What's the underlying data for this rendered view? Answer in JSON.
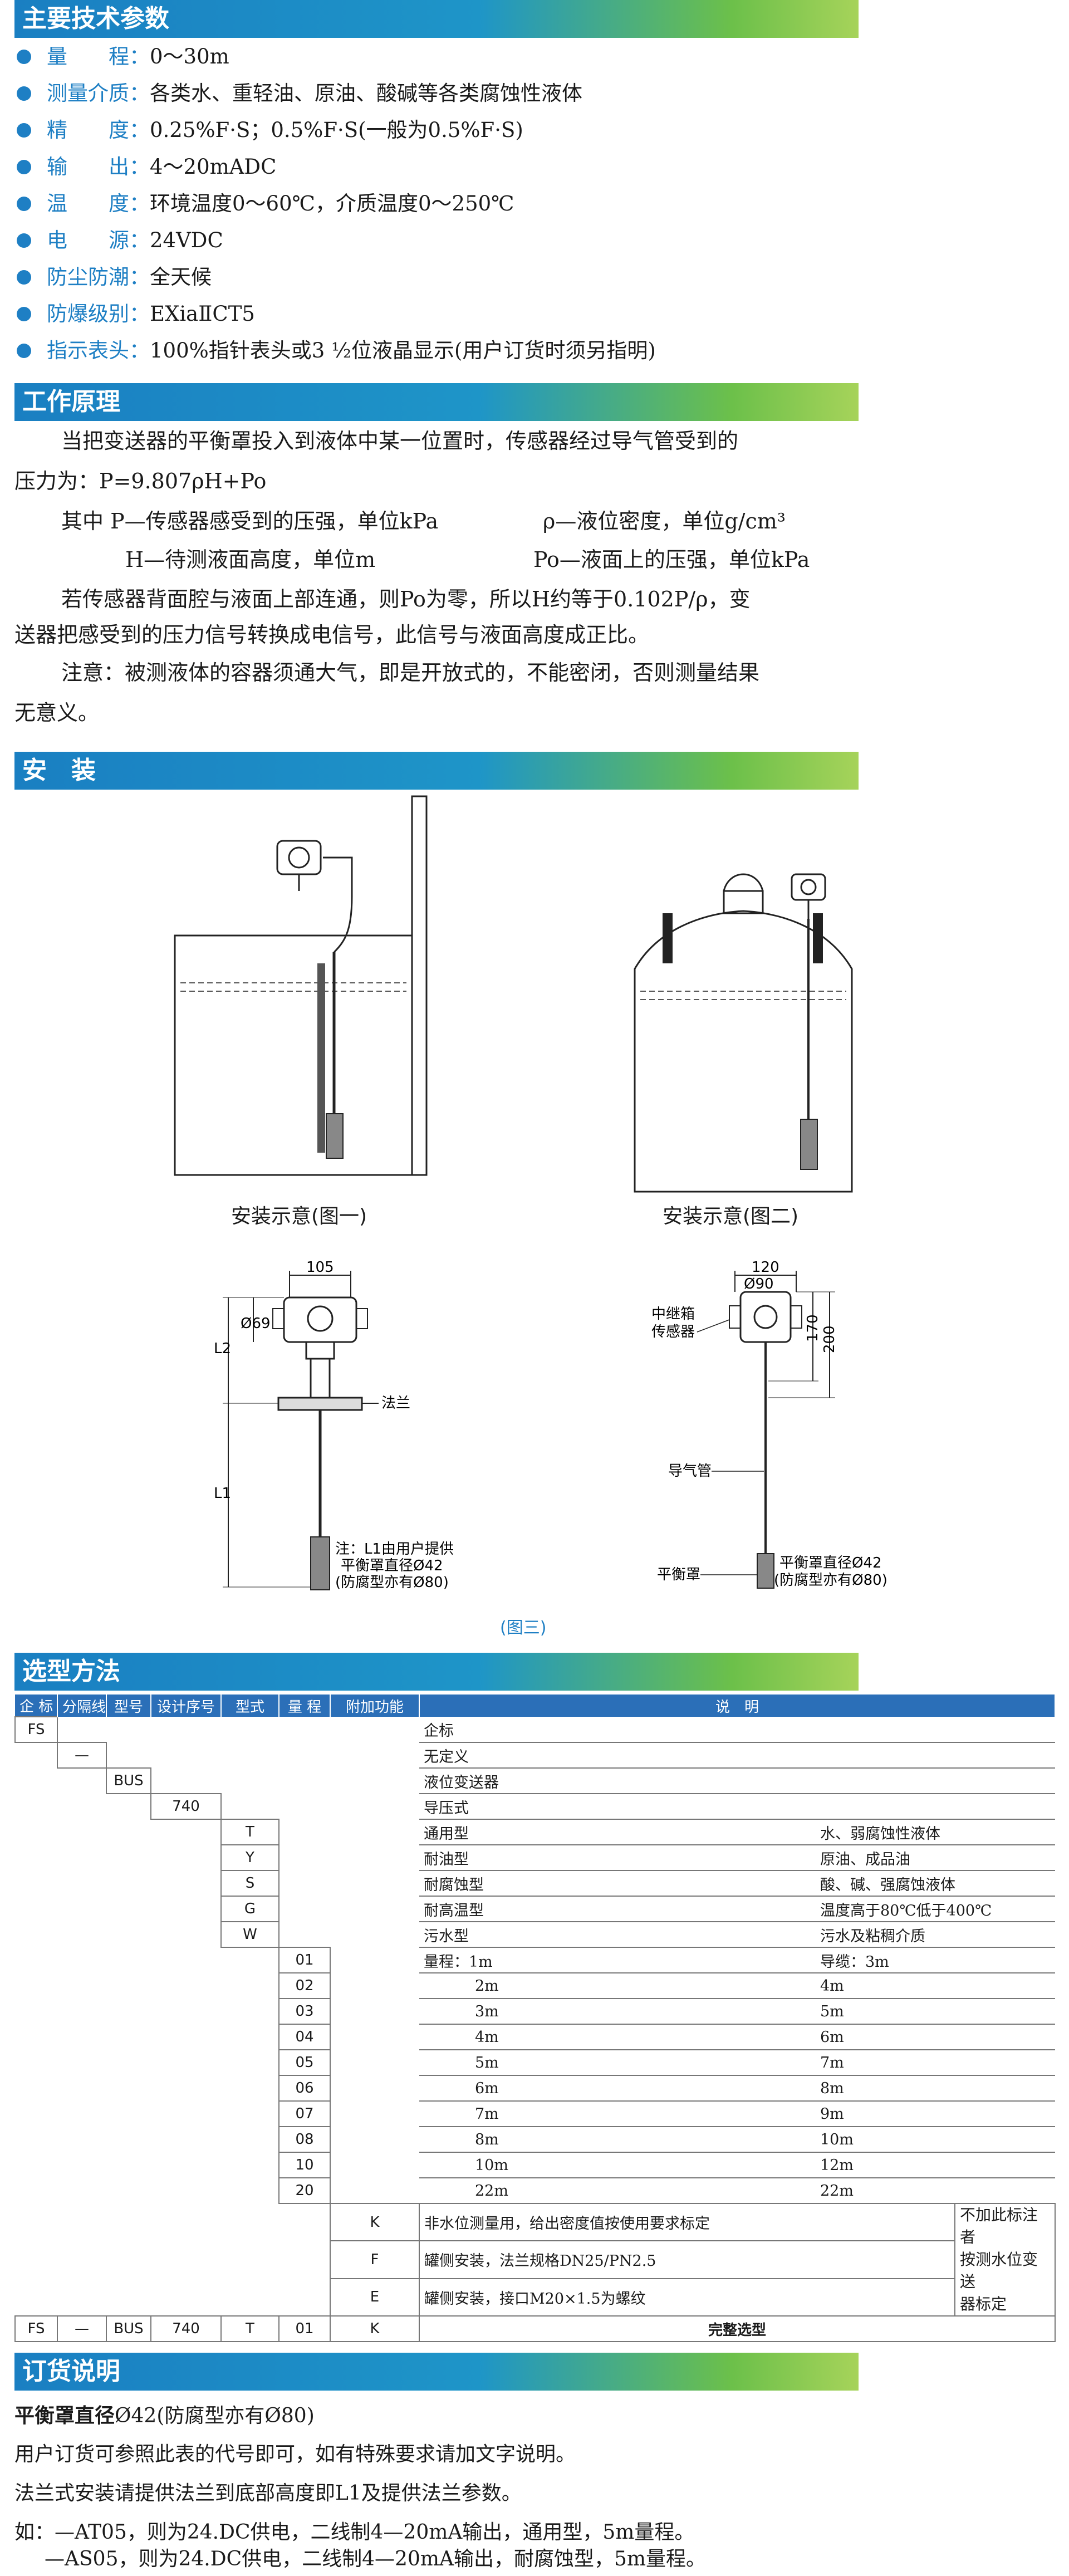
{
  "sections": {
    "specs": "主要技术参数",
    "principle": "工作原理",
    "install": "安　装",
    "selection": "选型方法",
    "order": "订货说明"
  },
  "specs": [
    {
      "key": "量　　程：",
      "value": "0～30m"
    },
    {
      "key": "测量介质：",
      "value": "各类水、重轻油、原油、酸碱等各类腐蚀性液体"
    },
    {
      "key": "精　　度：",
      "value": "0.25%F·S；0.5%F·S(一般为0.5%F·S)"
    },
    {
      "key": "输　　出：",
      "value": "4～20mADC"
    },
    {
      "key": "温　　度：",
      "value": "环境温度0～60℃，介质温度0～250℃"
    },
    {
      "key": "电　　源：",
      "value": "24VDC"
    },
    {
      "key": "防尘防潮：",
      "value": "全天候"
    },
    {
      "key": "防爆级别：",
      "value": "EXiaⅡCT5"
    },
    {
      "key": "指示表头：",
      "value": "100%指针表头或3 ½位液晶显示(用户订货时须另指明)"
    }
  ],
  "principle": {
    "p1": "当把变送器的平衡罩投入到液体中某一位置时，传感器经过导气管受到的",
    "p2": "压力为：P=9.807ρH+Po",
    "p3a": "其中  P—传感器感受到的压强，单位kPa",
    "p3b": "ρ—液位密度，单位g/cm³",
    "p4a": "H—待测液面高度，单位m",
    "p4b": "Po—液面上的压强，单位kPa",
    "p5": "若传感器背面腔与液面上部连通，则Po为零，所以H约等于0.102P/ρ，变",
    "p6": "送器把感受到的压力信号转换成电信号，此信号与液面高度成正比。",
    "p7": "注意：被测液体的容器须通大气，即是开放式的，不能密闭，否则测量结果",
    "p8": "无意义。"
  },
  "install": {
    "cap1": "安装示意(图一)",
    "cap2": "安装示意(图二)",
    "cap3": "(图三)",
    "d1": {
      "w": "105",
      "phi": "Ø69",
      "l2": "L2",
      "l1": "L1",
      "flange": "法兰",
      "n1": "注：L1由用户提供",
      "n2": "平衡罩直径Ø42",
      "n3": "(防腐型亦有Ø80)"
    },
    "d2": {
      "w": "120",
      "phi": "Ø90",
      "h1": "170",
      "h2": "200",
      "box": "中继箱",
      "sensor": "传感器",
      "tube": "导气管",
      "cover": "平衡罩",
      "n1": "平衡罩直径Ø42",
      "n2": "(防腐型亦有Ø80)"
    }
  },
  "selection": {
    "headers": [
      "企 标",
      "分隔线",
      "型号",
      "设计序号",
      "型式",
      "量 程",
      "附加功能",
      "说　明"
    ],
    "codes": {
      "fs": "FS",
      "sep": "—",
      "bus": "BUS",
      "des": "740"
    },
    "codeDesc": {
      "fs": "企标",
      "sep": "无定义",
      "bus": "液位变送器",
      "des": "导压式"
    },
    "types": [
      {
        "code": "T",
        "name": "通用型",
        "desc": "水、弱腐蚀性液体"
      },
      {
        "code": "Y",
        "name": "耐油型",
        "desc": "原油、成品油"
      },
      {
        "code": "S",
        "name": "耐腐蚀型",
        "desc": "酸、碱、强腐蚀液体"
      },
      {
        "code": "G",
        "name": "耐高温型",
        "desc": "温度高于80℃低于400℃"
      },
      {
        "code": "W",
        "name": "污水型",
        "desc": "污水及粘稠介质"
      }
    ],
    "ranges": [
      {
        "code": "01",
        "range": "量程：1m",
        "cable": "导缆：3m"
      },
      {
        "code": "02",
        "range": "2m",
        "cable": "4m"
      },
      {
        "code": "03",
        "range": "3m",
        "cable": "5m"
      },
      {
        "code": "04",
        "range": "4m",
        "cable": "6m"
      },
      {
        "code": "05",
        "range": "5m",
        "cable": "7m"
      },
      {
        "code": "06",
        "range": "6m",
        "cable": "8m"
      },
      {
        "code": "07",
        "range": "7m",
        "cable": "9m"
      },
      {
        "code": "08",
        "range": "8m",
        "cable": "10m"
      },
      {
        "code": "10",
        "range": "10m",
        "cable": "12m"
      },
      {
        "code": "20",
        "range": "22m",
        "cable": "22m"
      }
    ],
    "extras": [
      {
        "code": "K",
        "desc": "非水位测量用，给出密度值按使用要求标定"
      },
      {
        "code": "F",
        "desc": "罐侧安装，法兰规格DN25/PN2.5"
      },
      {
        "code": "E",
        "desc": "罐侧安装，接口M20×1.5为螺纹"
      }
    ],
    "extraNote": [
      "不加此标注者",
      "按测水位变送",
      "器标定"
    ],
    "final": {
      "fs": "FS",
      "sep": "—",
      "bus": "BUS",
      "des": "740",
      "type": "T",
      "range": "01",
      "extra": "K",
      "label": "完整选型"
    }
  },
  "order": {
    "l1a": "平衡罩直径",
    "l1b": "Ø42(防腐型亦有Ø80)",
    "l2": "用户订货可参照此表的代号即可，如有特殊要求请加文字说明。",
    "l3": "法兰式安装请提供法兰到底部高度即L1及提供法兰参数。",
    "l4": "如：—AT05，则为24.DC供电，二线制4—20mA输出，通用型，5m量程。",
    "l5": "—AS05，则为24.DC供电，二线制4—20mA输出，耐腐蚀型，5m量程。"
  }
}
